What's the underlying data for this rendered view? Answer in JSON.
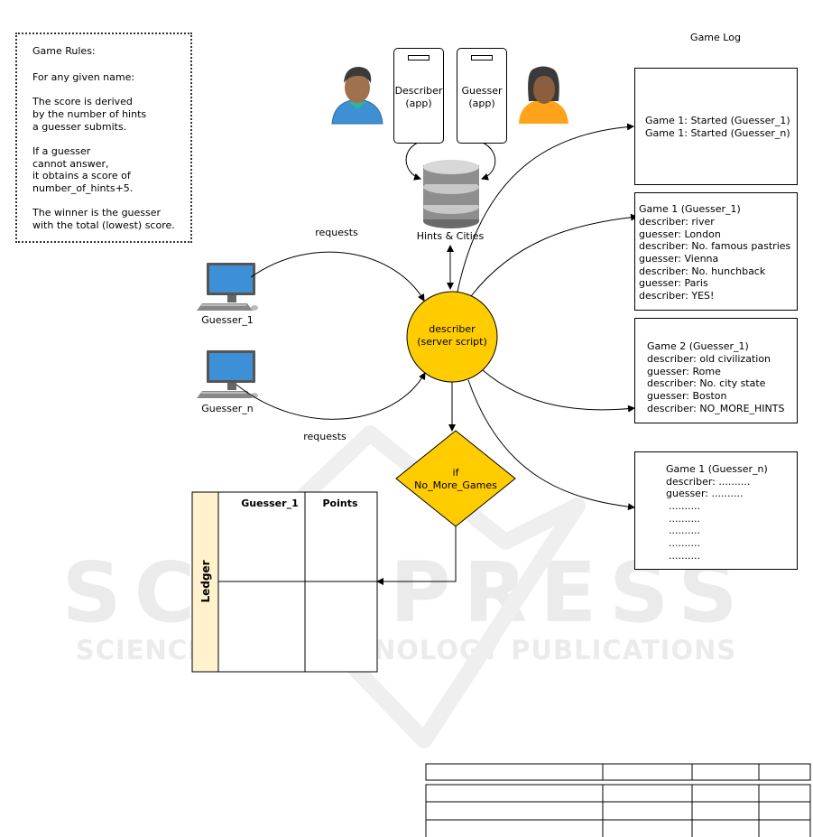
{
  "rules": {
    "title": "Game Rules:",
    "line1": "For any given name:",
    "line2": "The score is derived",
    "line3": "by the number of hints",
    "line4": "a guesser submits.",
    "line5": "If a guesser",
    "line6": "cannot answer,",
    "line7": "it obtains a score of",
    "line8": "number_of_hints+5.",
    "line9": "The winner is the guesser",
    "line10": "with the total (lowest) score."
  },
  "apps": {
    "describer_line1": "Describer",
    "describer_line2": "(app)",
    "guesser_line1": "Guesser",
    "guesser_line2": "(app)"
  },
  "database": {
    "label": "Hints & Cities"
  },
  "server": {
    "line1": "describer",
    "line2": "(server script)"
  },
  "clients": {
    "guesser1": "Guesser_1",
    "guessern": "Guesser_n"
  },
  "edges": {
    "requests_top": "requests",
    "requests_bottom": "requests"
  },
  "decision": {
    "line1": "if",
    "line2": "No_More_Games"
  },
  "ledger": {
    "title": "Ledger",
    "col1": "Guesser_1",
    "col2": "Points"
  },
  "log": {
    "title": "Game Log",
    "box1": [
      "Game 1: Started (Guesser_1)",
      "Game 1: Started (Guesser_n)"
    ],
    "box2": [
      "Game 1 (Guesser_1)",
      "describer: river",
      "guesser: London",
      "describer: No. famous pastries",
      "guesser: Vienna",
      "describer: No. hunchback",
      "guesser: Paris",
      "describer: YES!"
    ],
    "box3": [
      "Game 2 (Guesser_1)",
      "describer: old civilization",
      "guesser: Rome",
      "describer: No. city state",
      "guesser: Boston",
      "describer: NO_MORE_HINTS"
    ],
    "box4": [
      "Game 1 (Guesser_n)",
      "describer: ..........",
      "guesser: ..........",
      "..........",
      "..........",
      "..........",
      "..........",
      ".........."
    ]
  },
  "watermark": {
    "line1": "SCITEPRESS",
    "line2": "SCIENCE AND TECHNOLOGY PUBLICATIONS"
  },
  "colors": {
    "server": "#ffcc00",
    "ledger_header": "#fff2cc",
    "watermark": "#e6e6e6",
    "person1_shirt": "#3f8fd3",
    "person2_shirt": "#ffa31a"
  }
}
